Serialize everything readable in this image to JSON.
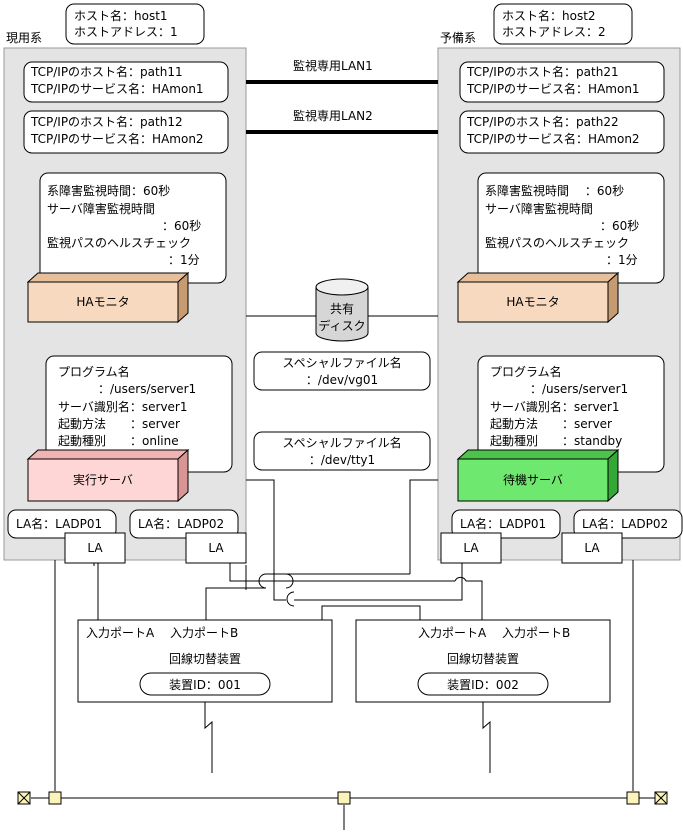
{
  "active_label": "現用系",
  "standby_label": "予備系",
  "host1": {
    "line1": "ホスト名：host1",
    "line2": "ホストアドレス：1"
  },
  "host2": {
    "line1": "ホスト名：host2",
    "line2": "ホストアドレス：2"
  },
  "lan1": "監視専用LAN1",
  "lan2": "監視専用LAN2",
  "left": {
    "tcp1": {
      "line1": "TCP/IPのホスト名：path11",
      "line2": "TCP/IPのサービス名：HAmon1"
    },
    "tcp2": {
      "line1": "TCP/IPのホスト名：path12",
      "line2": "TCP/IPのサービス名：HAmon2"
    },
    "monitor": [
      "系障害監視時間：60秒",
      "サーバ障害監視時間",
      "：60秒",
      "監視パスのヘルスチェック",
      "：1分"
    ],
    "ha_monitor": "HAモニタ",
    "program": [
      "プログラム名",
      "：/users/server1",
      "サーバ識別名：server1",
      "起動方法　　：server",
      "起動種別　　：online"
    ],
    "server": "実行サーバ",
    "la1": "LA名：LADP01",
    "la2": "LA名：LADP02"
  },
  "right": {
    "tcp1": {
      "line1": "TCP/IPのホスト名：path21",
      "line2": "TCP/IPのサービス名：HAmon1"
    },
    "tcp2": {
      "line1": "TCP/IPのホスト名：path22",
      "line2": "TCP/IPのサービス名：HAmon2"
    },
    "monitor": [
      "系障害監視時間　 ：60秒",
      "サーバ障害監視時間",
      "：60秒",
      "監視パスのヘルスチェック",
      "：1分"
    ],
    "ha_monitor": "HAモニタ",
    "program": [
      "プログラム名",
      "：/users/server1",
      "サーバ識別名：server1",
      "起動方法　　：server",
      "起動種別　　：standby"
    ],
    "server": "待機サーバ",
    "la1": "LA名：LADP01",
    "la2": "LA名：LADP02"
  },
  "la": "LA",
  "disk": {
    "line1": "共有",
    "line2": "ディスク"
  },
  "special1": {
    "line1": "スペシャルファイル名",
    "line2": "：/dev/vg01"
  },
  "special2": {
    "line1": "スペシャルファイル名",
    "line2": "：/dev/tty1"
  },
  "switch_left": {
    "ports": "入力ポートA　 入力ポートB",
    "name": "回線切替装置",
    "id": "装置ID：001"
  },
  "switch_right": {
    "ports": "入力ポートA　 入力ポートB",
    "name": "回線切替装置",
    "id": "装置ID：002"
  },
  "colors": {
    "ha_monitor": "#f7d9c0",
    "exec_server": "#ffd6d6",
    "standby_server": "#6ee86e",
    "system_bg": "#e4e4e4",
    "terminator": "#fbf3b9"
  }
}
